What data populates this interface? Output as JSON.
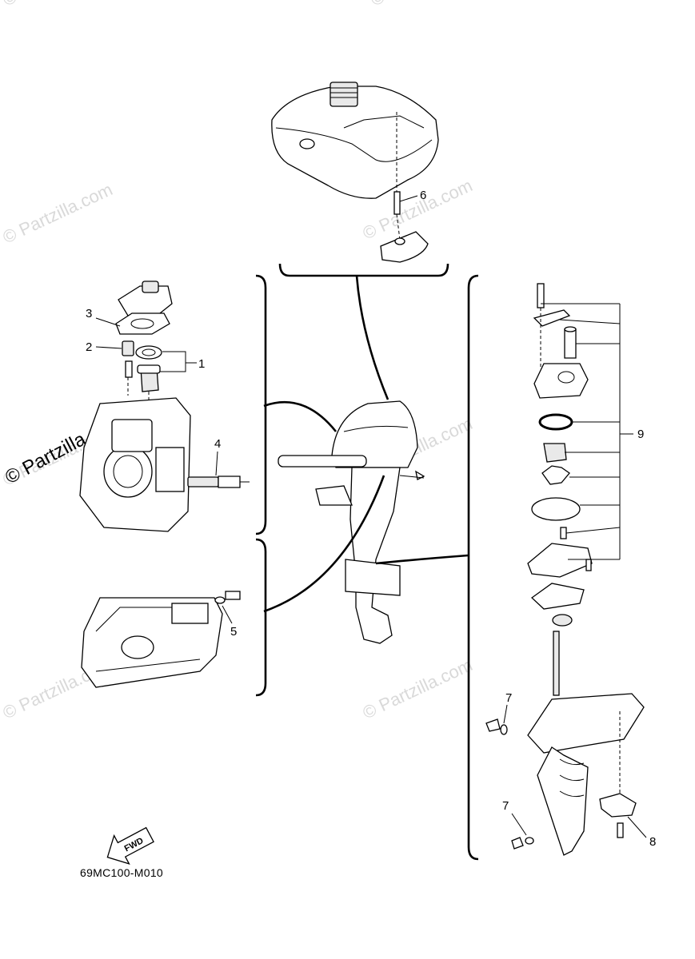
{
  "watermarks": [
    "© Partzilla.com",
    "© Partzilla.com",
    "© Partzilla.com",
    "© Partzilla.com",
    "© Partzilla.com",
    "© Partzilla.com",
    "© Partzilla.com",
    "© Partzilla.com"
  ],
  "callouts": {
    "c1": "1",
    "c2": "2",
    "c3": "3",
    "c4": "4",
    "c5": "5",
    "c6": "6",
    "c7a": "7",
    "c7b": "7",
    "c8": "8",
    "c9": "9"
  },
  "fwd_label": "FWD",
  "diagram_code": "69MC100-M010"
}
